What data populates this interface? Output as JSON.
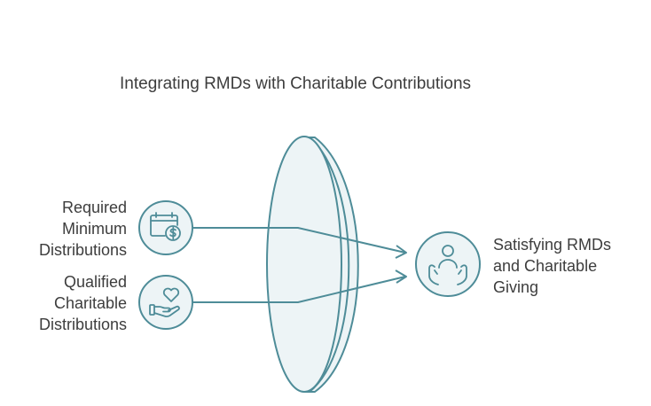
{
  "title": "Integrating RMDs with Charitable Contributions",
  "inputs": [
    {
      "lines": [
        "Required",
        "Minimum",
        "Distributions"
      ],
      "icon": "calendar-dollar-icon"
    },
    {
      "lines": [
        "Qualified",
        "Charitable",
        "Distributions"
      ],
      "icon": "hand-heart-icon"
    }
  ],
  "output": {
    "lines": [
      "Satisfying RMDs",
      "and Charitable",
      "Giving"
    ],
    "icon": "person-cupped-hands-icon"
  },
  "colors": {
    "stroke": "#4e8c98",
    "fill": "#edf4f6",
    "text": "#3d3d3d"
  }
}
